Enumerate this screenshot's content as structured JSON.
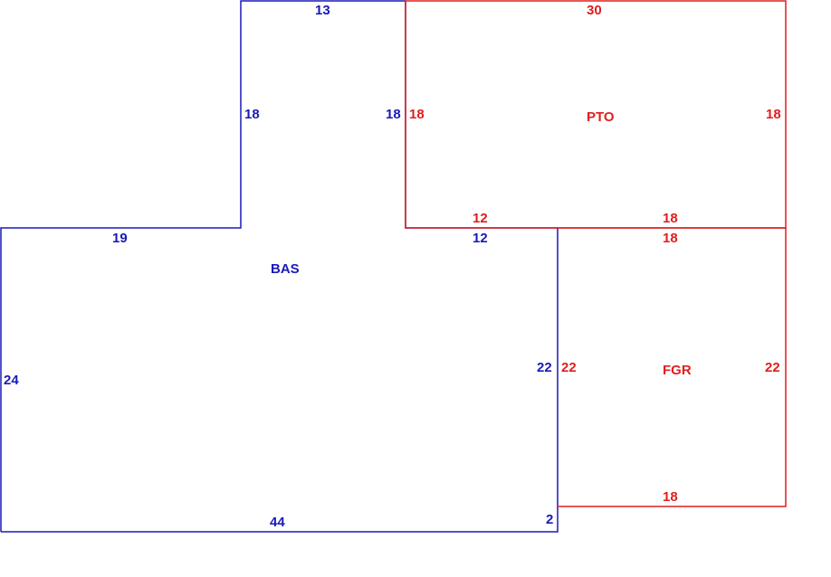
{
  "colors": {
    "bas": "#1a1ab8",
    "addition": "#e01e1e",
    "background": "#ffffff"
  },
  "areas": {
    "bas": {
      "code": "BAS",
      "dims": {
        "top_upper": "13",
        "left_upper": "18",
        "right_upper": "18",
        "top_left": "19",
        "top_right": "12",
        "left": "24",
        "right": "22",
        "bottom": "44",
        "bottom_jog": "2"
      }
    },
    "pto": {
      "code": "PTO",
      "dims": {
        "top": "30",
        "left": "18",
        "right": "18",
        "bottom_left": "12",
        "bottom_right": "18"
      }
    },
    "fgr": {
      "code": "FGR",
      "dims": {
        "top": "18",
        "left": "22",
        "right": "22",
        "bottom": "18"
      }
    }
  }
}
